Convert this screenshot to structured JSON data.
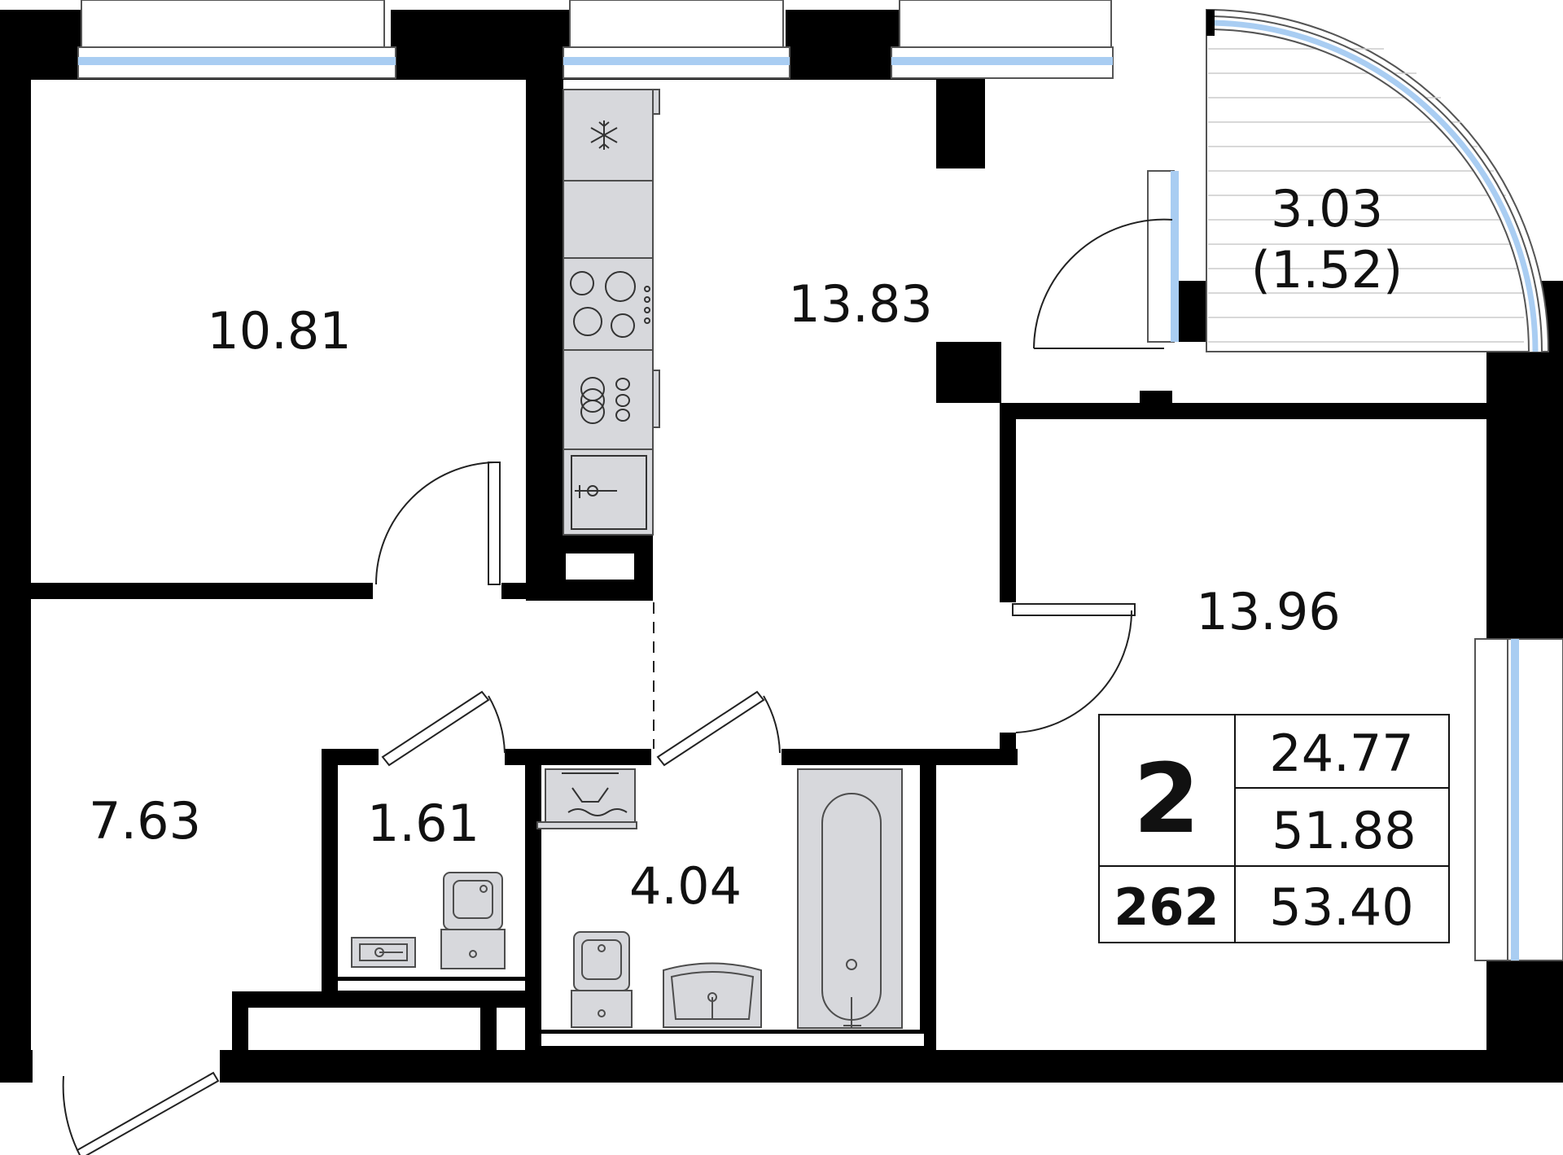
{
  "plan": {
    "wall_color": "#000000",
    "window_color": "#a9cdf2",
    "fixture_fill": "#d7d8dc",
    "fixture_stroke": "#4d4d4d",
    "rooms": [
      {
        "id": "bedroom",
        "area": "10.81"
      },
      {
        "id": "kitchen_living",
        "area": "13.83"
      },
      {
        "id": "balcony",
        "area": "3.03",
        "area_reduced": "(1.52)"
      },
      {
        "id": "bedroom_2",
        "area": "13.96"
      },
      {
        "id": "hallway",
        "area": "7.63"
      },
      {
        "id": "toilet",
        "area": "1.61"
      },
      {
        "id": "bathroom",
        "area": "4.04"
      }
    ],
    "fixtures": [
      "fridge-icon",
      "countertop",
      "cooktop-icon",
      "dishwasher-icon",
      "kitchen-sink-icon",
      "toilet-icon",
      "washbasin-icon",
      "washing-machine-icon",
      "bathtub-icon"
    ]
  },
  "info": {
    "rooms_count": "2",
    "apartment_number": "262",
    "living_area": "24.77",
    "total_area_no_balcony": "51.88",
    "total_area": "53.40"
  }
}
